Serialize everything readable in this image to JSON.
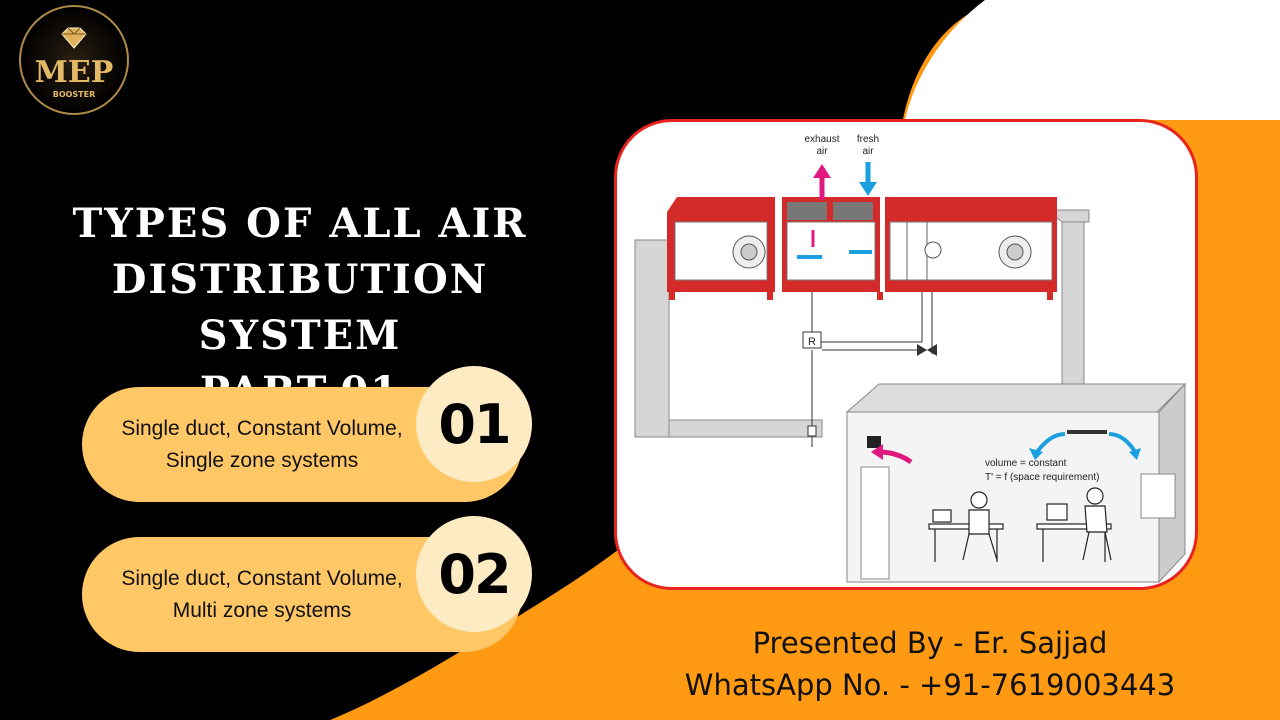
{
  "logo": {
    "brand": "MEP",
    "tagline": "BOOSTER"
  },
  "title": {
    "lines": [
      "TYPES OF ALL AIR",
      "DISTRIBUTION SYSTEM",
      "PART-01"
    ]
  },
  "items": [
    {
      "number": "01",
      "text": "Single duct, Constant Volume, Single zone systems"
    },
    {
      "number": "02",
      "text": "Single duct, Constant Volume, Multi zone systems"
    }
  ],
  "diagram": {
    "labels": {
      "exhaust_line1": "exhaust",
      "exhaust_line2": "air",
      "fresh_line1": "fresh",
      "fresh_line2": "air",
      "controller": "R",
      "volume": "volume = constant",
      "temperature": "T' = f (space requirement)"
    }
  },
  "presenter": {
    "line1": "Presented By - Er. Sajjad",
    "line2": "WhatsApp No. - +91-7619003443"
  },
  "colors": {
    "orange": "#ff9a12",
    "black": "#000000",
    "pill": "#ffc766",
    "frame_border": "#e8241e",
    "ahu_red": "#d42a2a"
  }
}
